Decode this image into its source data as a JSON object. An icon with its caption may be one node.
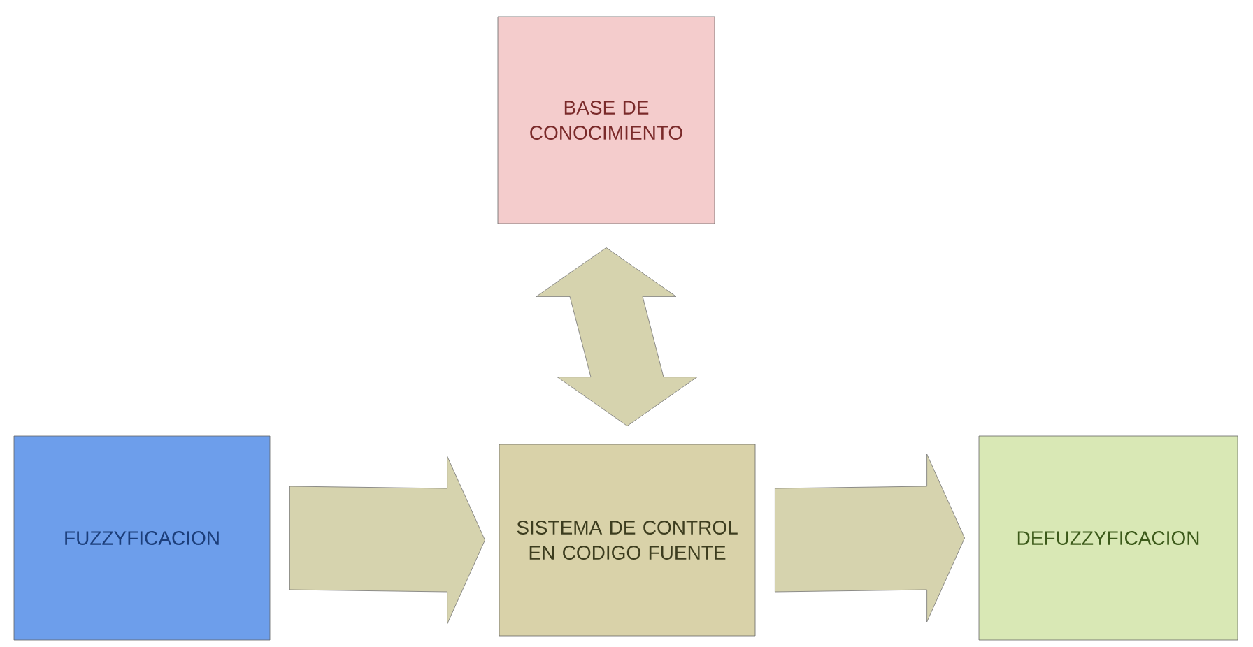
{
  "diagram": {
    "nodes": [
      {
        "text": [
          "BASE DE CONOCIMIENTO"
        ]
      },
      {
        "text": [
          "FUZZYFICACION"
        ]
      },
      {
        "text": [
          "SISTEMA DE CONTROL EN CODIGO FUENTE"
        ]
      },
      {
        "text": [
          "DEFUZZYFICACION"
        ]
      }
    ],
    "edges": [
      {
        "from": 1,
        "to": 2,
        "arrow": "to"
      },
      {
        "from": 2,
        "to": 3,
        "arrow": "to"
      },
      {
        "from": 0,
        "to": 2,
        "arrow": "both"
      }
    ]
  }
}
